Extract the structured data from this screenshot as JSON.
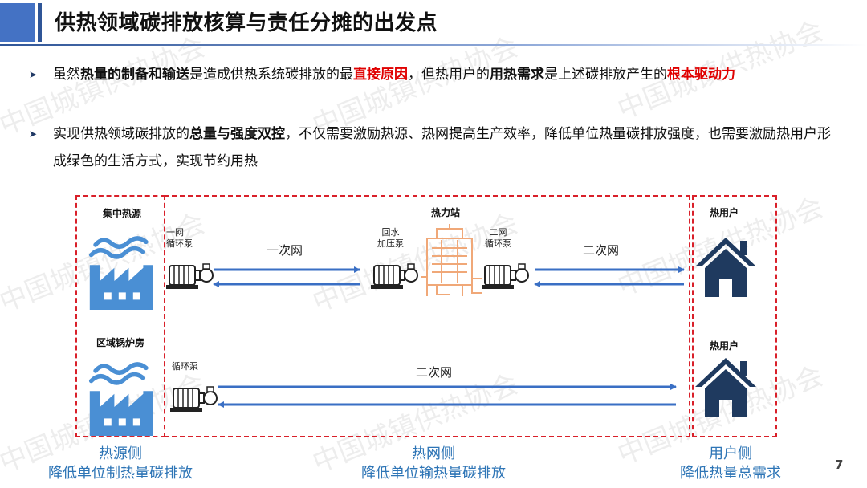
{
  "header": {
    "title": "供热领域碳排放核算与责任分摊的出发点"
  },
  "bullets": [
    {
      "segments": [
        {
          "t": "虽然",
          "s": "n"
        },
        {
          "t": "热量的制备和输送",
          "s": "b"
        },
        {
          "t": "是造成供热系统碳排放的最",
          "s": "n"
        },
        {
          "t": "直接原因",
          "s": "r"
        },
        {
          "t": "，但热用户的",
          "s": "n"
        },
        {
          "t": "用热需求",
          "s": "b"
        },
        {
          "t": "是上述碳排放产生的",
          "s": "n"
        },
        {
          "t": "根本驱动力",
          "s": "r"
        }
      ]
    },
    {
      "segments": [
        {
          "t": "实现供热领域碳排放的",
          "s": "n"
        },
        {
          "t": "总量与强度双控",
          "s": "b"
        },
        {
          "t": "，不仅需要激励热源、热网提高生产效率，降低单位热量碳排放强度，也需要激励热用户形成绿色的生活方式，实现节约用热",
          "s": "n"
        }
      ]
    }
  ],
  "diagram": {
    "source_label_1": "集中热源",
    "source_label_2": "区域锅炉房",
    "station_label": "热力站",
    "user_label_1": "热用户",
    "user_label_2": "热用户",
    "pump_primary": [
      "一网",
      "循环泵"
    ],
    "pump_return": [
      "回水",
      "加压泵"
    ],
    "pump_secondary": [
      "二网",
      "循环泵"
    ],
    "pump_boiler": "循环泵",
    "net_primary": "一次网",
    "net_secondary_top": "二次网",
    "net_secondary_bottom": "二次网"
  },
  "captions": {
    "source": [
      "热源侧",
      "降低单位制热量碳排放"
    ],
    "network": [
      "热网侧",
      "降低单位输热量碳排放"
    ],
    "user": [
      "用户侧",
      "降低热量总需求"
    ]
  },
  "page_number": "7",
  "watermark": "中国城镇供热协会",
  "colors": {
    "accent": "#4472c4",
    "red": "#d9202a",
    "factory": "#4a8fd4",
    "house": "#1f3a5f",
    "building": "#f0a878",
    "caption": "#2e75b6"
  },
  "icons": [
    "factory-icon",
    "house-icon",
    "pump-icon",
    "building-icon",
    "arrow-icon"
  ]
}
